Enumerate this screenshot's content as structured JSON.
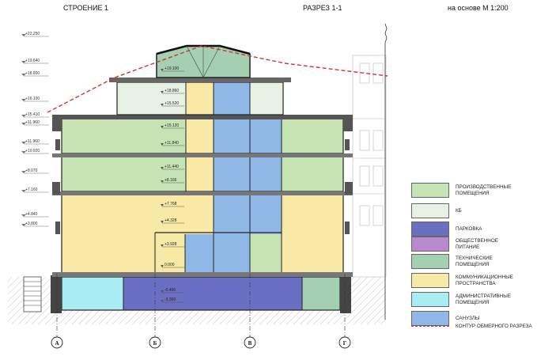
{
  "header": {
    "building": "СТРОЕНИЕ 1",
    "section": "РАЗРЕЗ 1-1",
    "scale": "на основе М 1:200"
  },
  "colors": {
    "production": "#c6e3b3",
    "kb": "#e8f2e4",
    "parking": "#6b6fc4",
    "catering": "#b98ad0",
    "technical": "#a5cfb1",
    "communication": "#f8eaa6",
    "administrative": "#a9ecf2",
    "sanitary": "#8fb8e6",
    "survey_contour": "#d33333"
  },
  "legend": [
    {
      "key": "production",
      "label": "ПРОИЗВОДСТВЕННЫЕ\nПОМЕЩЕНИЯ"
    },
    {
      "key": "kb",
      "label": "КБ"
    },
    {
      "key": "parking",
      "label": "ПАРКОВКА"
    },
    {
      "key": "catering",
      "label": "ОБЩЕСТВЕННОЕ\nПИТАНИЕ"
    },
    {
      "key": "technical",
      "label": "ТЕХНИЧЕСКИЕ\nПОМЕЩЕНИЯ"
    },
    {
      "key": "communication",
      "label": "КОММУНИКАЦИОННЫЕ\nПРОСТРАНСТВА"
    },
    {
      "key": "administrative",
      "label": "АДМИНИСТРАТИВНЫЕ\nПОМЕЩЕНИЯ"
    },
    {
      "key": "sanitary",
      "label": "САНУЗЛЫ"
    }
  ],
  "contour_label": "КОНТУР ОБМЕРНОГО РАЗРЕЗА",
  "left_elevations": [
    "+22.250",
    "+19.640",
    "+18.800",
    "+16.100",
    "+15.410",
    "+11.960",
    "+11.960",
    "+10.920",
    "+8.070",
    "+7.160",
    "+4.840",
    "+3.800"
  ],
  "inner_elevations": [
    "+19.100",
    "+18.860",
    "+15.520",
    "+15.120",
    "+11.840",
    "+11.440",
    "+8.166",
    "+7.768",
    "+4.328",
    "+3.928",
    "0.000",
    "-0.400",
    "-3.360"
  ],
  "axes": [
    "А",
    "Б",
    "В",
    "Г"
  ]
}
